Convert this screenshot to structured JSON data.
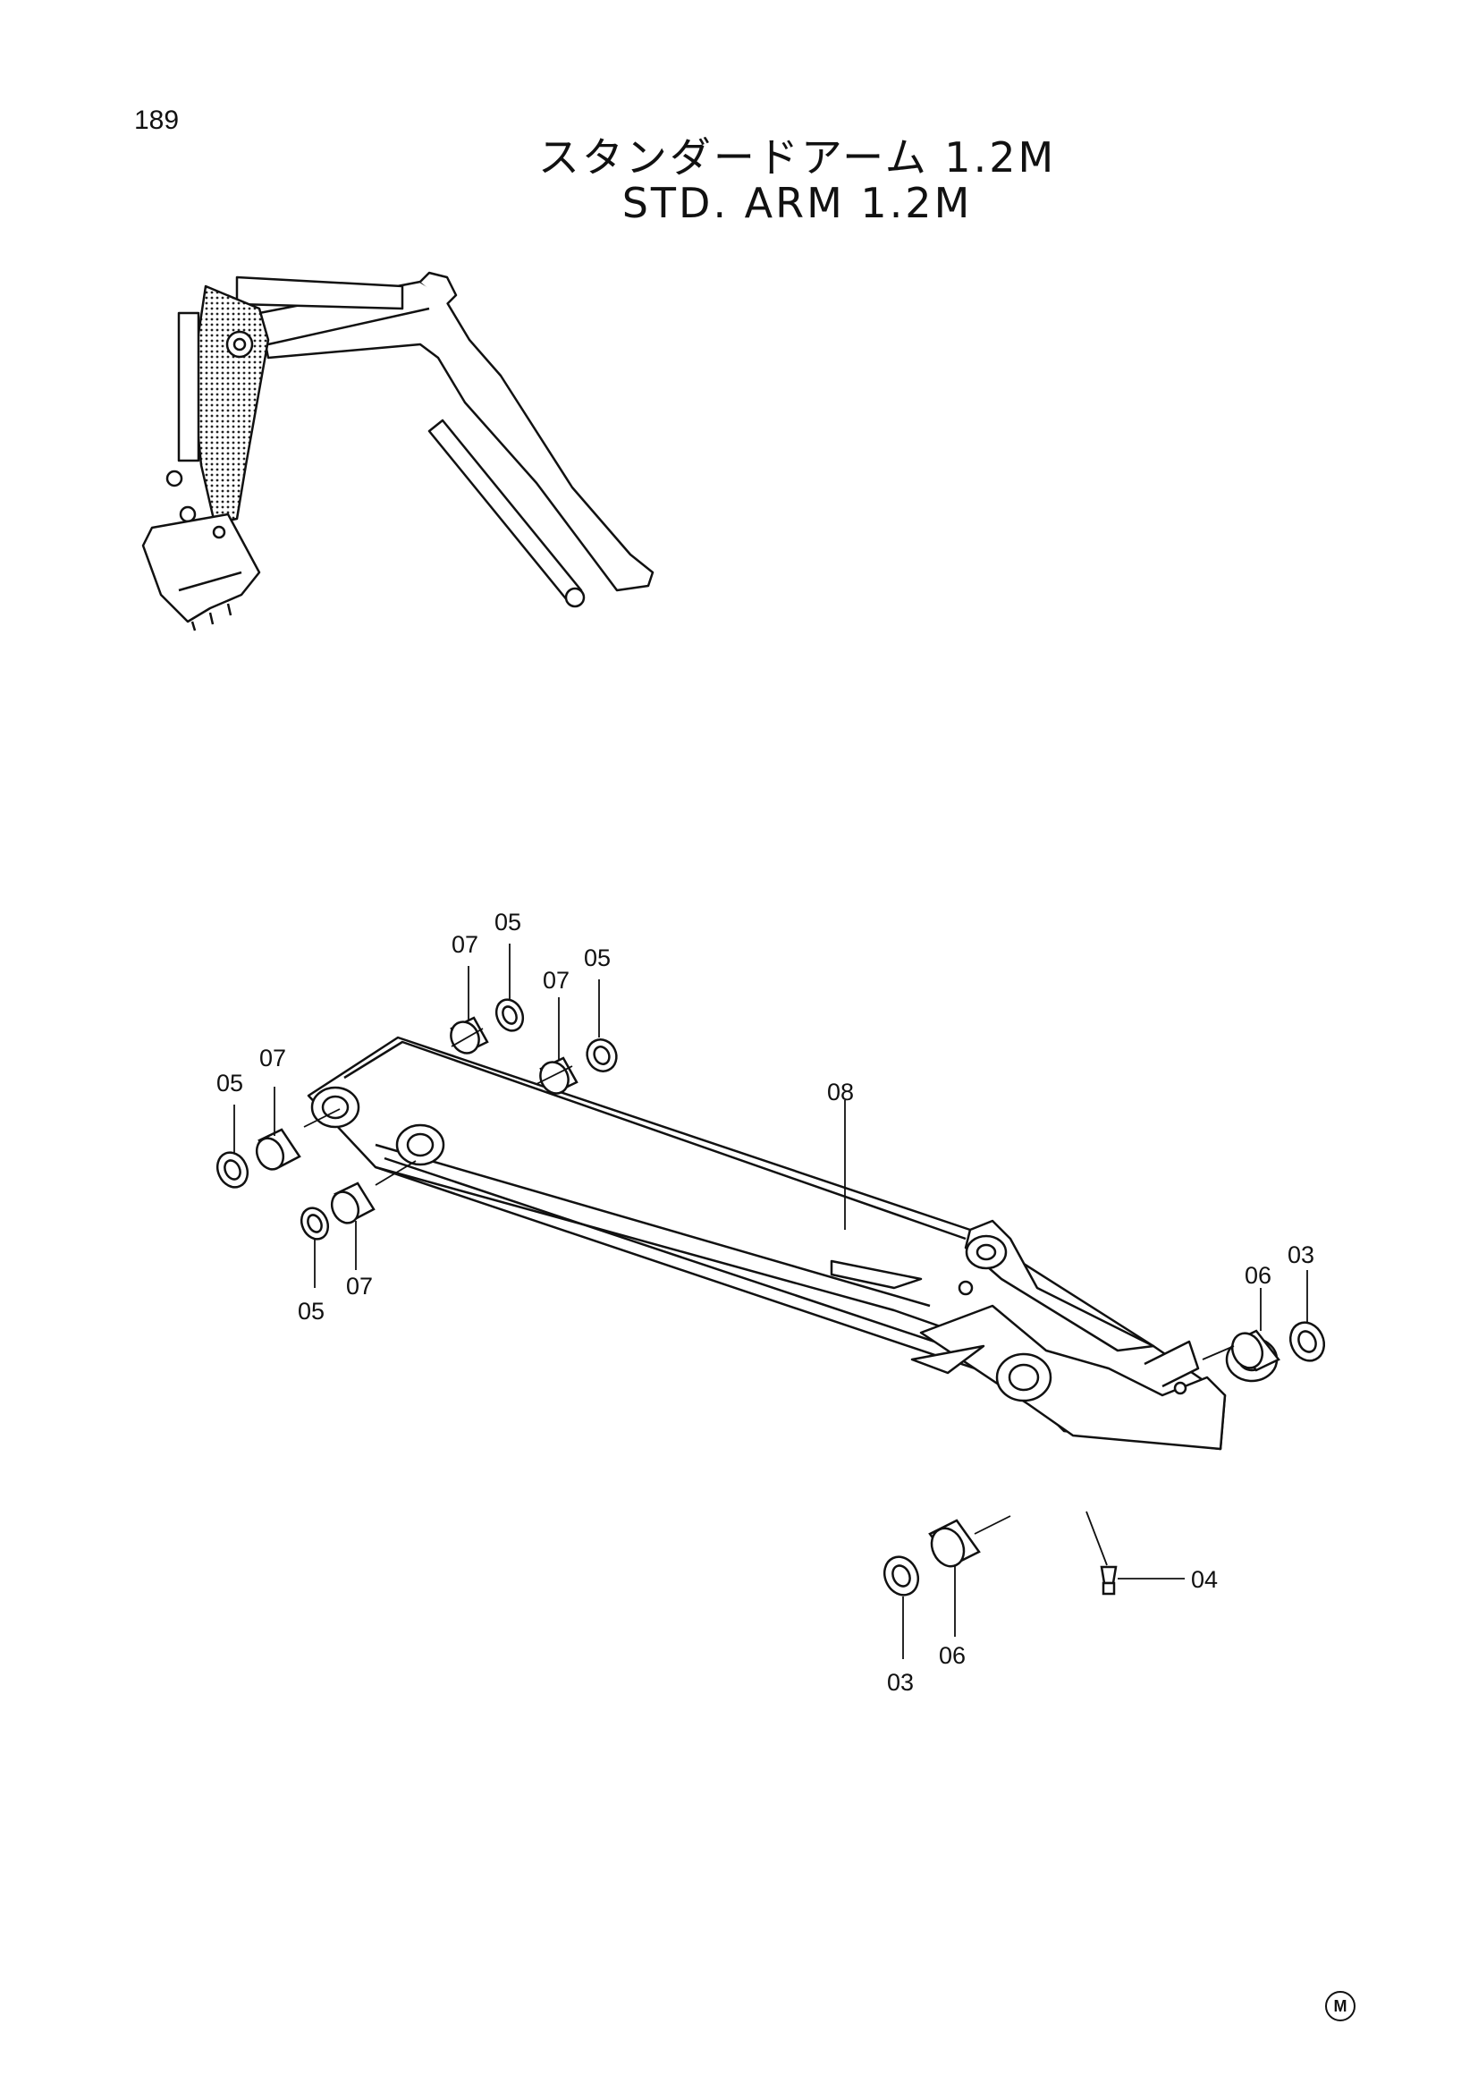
{
  "page": {
    "number": "189",
    "title_jp": "スタンダードアーム 1.2M",
    "title_en": "STD. ARM 1.2M",
    "footer_mark": "M"
  },
  "overview": {
    "icon": "excavator-arm-overview-icon"
  },
  "callouts": {
    "c_05_a": "05",
    "c_07_a": "07",
    "c_07_b": "07",
    "c_05_b": "05",
    "c_05_c": "05",
    "c_07_c": "07",
    "c_05_d": "05",
    "c_07_d": "07",
    "c_08": "08",
    "c_06_a": "06",
    "c_03_a": "03",
    "c_04": "04",
    "c_06_b": "06",
    "c_03_b": "03"
  }
}
